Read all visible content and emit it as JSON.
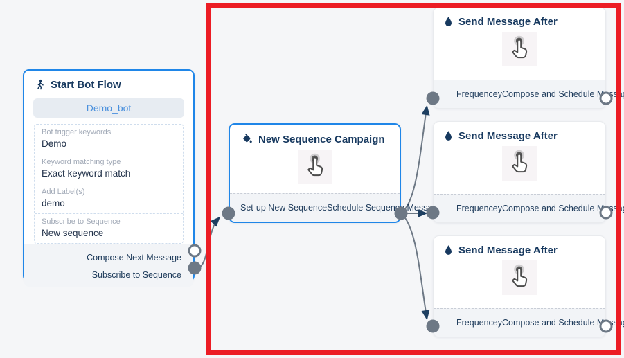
{
  "canvas": {
    "background": "#f5f6f8",
    "wire_color": "#6d7885",
    "arrow_color": "#1e3f61",
    "node_border_blue": "#1f86e8",
    "title_color": "#17395f"
  },
  "annotation": {
    "type": "highlight-rectangle",
    "color": "#ec1c24"
  },
  "start_node": {
    "icon": "walking-person-icon",
    "title": "Start Bot Flow",
    "bot_name": "Demo_bot",
    "fields": [
      {
        "label": "Bot trigger keywords",
        "value": "Demo"
      },
      {
        "label": "Keyword matching type",
        "value": "Exact keyword match"
      },
      {
        "label": "Add Label(s)",
        "value": "demo"
      },
      {
        "label": "Subscribe to Sequence",
        "value": "New sequence"
      }
    ],
    "outputs": [
      {
        "label": "Compose Next Message",
        "connected": false
      },
      {
        "label": "Subscribe to Sequence",
        "connected": true
      }
    ]
  },
  "campaign_node": {
    "icon": "paint-bucket-icon",
    "title": "New Sequence Campaign",
    "center_icon": "tap-hand-icon",
    "input_label": "Set-up New Sequence",
    "output_label": "Schedule Sequence Message"
  },
  "send_nodes": [
    {
      "icon": "water-drop-icon",
      "title": "Send Message After",
      "center_icon": "tap-hand-icon",
      "input_label": "Frequencey",
      "output_label": "Compose and Schedule Message"
    },
    {
      "icon": "water-drop-icon",
      "title": "Send Message After",
      "center_icon": "tap-hand-icon",
      "input_label": "Frequencey",
      "output_label": "Compose and Schedule Message"
    },
    {
      "icon": "water-drop-icon",
      "title": "Send Message After",
      "center_icon": "tap-hand-icon",
      "input_label": "Frequencey",
      "output_label": "Compose and Schedule Message"
    }
  ]
}
